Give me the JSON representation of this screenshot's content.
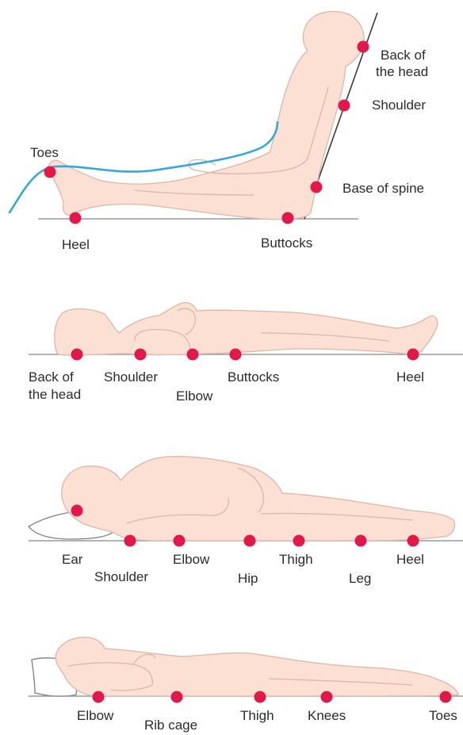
{
  "colors": {
    "pressure_point": "#e3184a",
    "skin": "#fbe0d3",
    "outline": "#ddb7a6",
    "water_line": "#35a7dc",
    "surface": "#9a9a9a"
  },
  "positions": [
    {
      "id": "sitting",
      "labels": {
        "toes": "Toes",
        "heel": "Heel",
        "buttocks": "Buttocks",
        "base_of_spine": "Base of spine",
        "shoulder": "Shoulder",
        "back_of_head_1": "Back of",
        "back_of_head_2": "the head"
      }
    },
    {
      "id": "supine",
      "labels": {
        "back_of_head_1": "Back of",
        "back_of_head_2": "the head",
        "shoulder": "Shoulder",
        "elbow": "Elbow",
        "buttocks": "Buttocks",
        "heel": "Heel"
      }
    },
    {
      "id": "side-lying",
      "labels": {
        "ear": "Ear",
        "shoulder": "Shoulder",
        "elbow": "Elbow",
        "hip": "Hip",
        "thigh": "Thigh",
        "leg": "Leg",
        "heel": "Heel"
      }
    },
    {
      "id": "prone",
      "labels": {
        "elbow": "Elbow",
        "rib_cage": "Rib cage",
        "thigh": "Thigh",
        "knees": "Knees",
        "toes": "Toes"
      }
    }
  ]
}
